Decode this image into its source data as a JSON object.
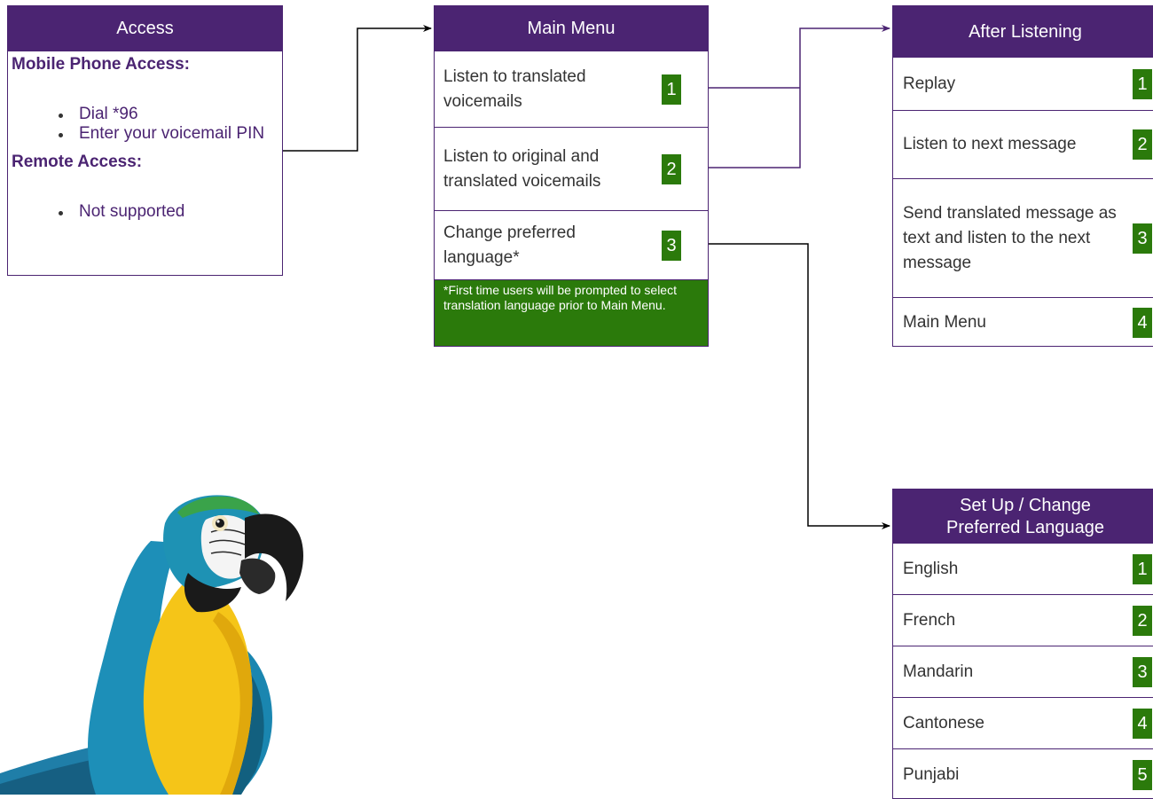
{
  "access": {
    "title": "Access",
    "mobile_heading": "Mobile Phone Access:",
    "mobile_items": [
      "Dial *96",
      "Enter your voicemail PIN"
    ],
    "remote_heading": "Remote Access:",
    "remote_items": [
      "Not supported"
    ]
  },
  "main_menu": {
    "title": "Main Menu",
    "options": [
      {
        "label": "Listen to translated voicemails",
        "number": "1"
      },
      {
        "label": "Listen to original and translated voicemails",
        "number": "2"
      },
      {
        "label": "Change preferred language*",
        "number": "3"
      }
    ],
    "note": "*First time users will be prompted to select translation language prior to Main Menu."
  },
  "after_listening": {
    "title": "After Listening",
    "options": [
      {
        "label": "Replay",
        "number": "1"
      },
      {
        "label": "Listen to next message",
        "number": "2"
      },
      {
        "label": "Send translated message as text and listen to the next message",
        "number": "3"
      },
      {
        "label": "Main Menu",
        "number": "4"
      }
    ]
  },
  "language_setup": {
    "title_line1": "Set Up / Change",
    "title_line2": "Preferred Language",
    "options": [
      {
        "label": "English",
        "number": "1"
      },
      {
        "label": "French",
        "number": "2"
      },
      {
        "label": "Mandarin",
        "number": "3"
      },
      {
        "label": "Cantonese",
        "number": "4"
      },
      {
        "label": "Punjabi",
        "number": "5"
      }
    ]
  },
  "colors": {
    "brand_purple": "#4b2472",
    "badge_green": "#2b7a0b",
    "text_gray": "#333333"
  },
  "illustration": "macaw-parrot"
}
